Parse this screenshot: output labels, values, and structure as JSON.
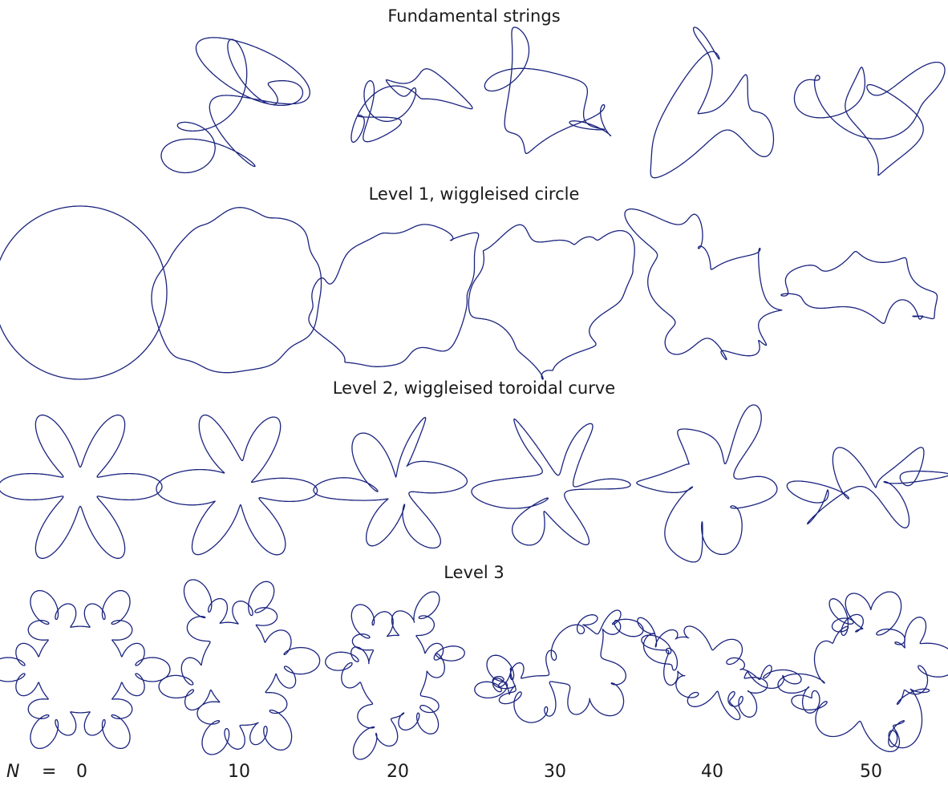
{
  "rows": [
    {
      "title": "Fundamental strings",
      "kind": "random",
      "seed": 11
    },
    {
      "title": "Level 1, wiggleised circle",
      "kind": "circle",
      "seed": 29
    },
    {
      "title": "Level 2, wiggleised toroidal curve",
      "kind": "star",
      "seed": 47
    },
    {
      "title": "Level 3",
      "kind": "snowflake",
      "seed": 83
    }
  ],
  "n_label": {
    "symbol": "N",
    "equals": "=",
    "values": [
      "0",
      "10",
      "20",
      "30",
      "40",
      "50"
    ]
  },
  "colors": {
    "curve": "#1a237e",
    "text": "#1a1a1a"
  }
}
